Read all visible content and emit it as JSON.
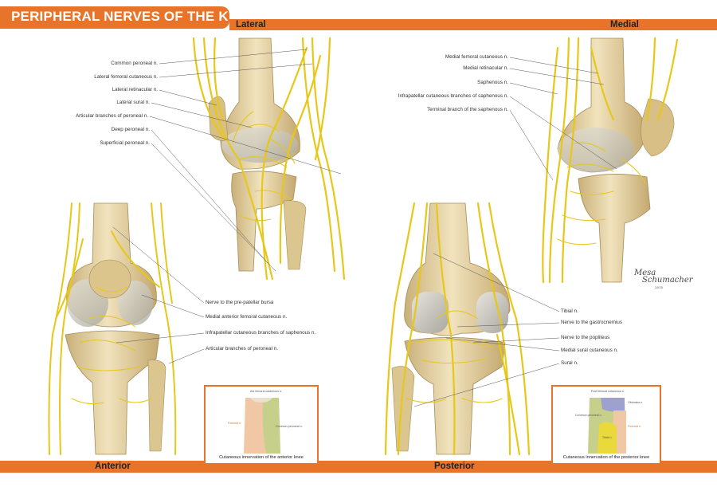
{
  "title": "PERIPHERAL NERVES OF THE KNEE",
  "views": {
    "lateral": "Lateral",
    "medial": "Medial",
    "anterior": "Anterior",
    "posterior": "Posterior"
  },
  "labels_lateral": [
    "Common peroneal n.",
    "Lateral femoral cutaneous n.",
    "Lateral retinacular n.",
    "Lateral sural n.",
    "Articular branches of peroneal n.",
    "Deep peroneal n.",
    "Superficial peroneal n."
  ],
  "labels_medial": [
    "Medial femoral cutaneous n.",
    "Medial retinacular n.",
    "Saphenous n.",
    "Infrapatellar cutaneous branches of saphenous n.",
    "Terminal branch of the saphenous n."
  ],
  "labels_anterior": [
    "Nerve to the pre-patellar bursa",
    "Medial anterior femoral cutaneous n.",
    "Infrapatellar cutaneous branches of saphenous n.",
    "Articular branches of peroneal n."
  ],
  "labels_posterior": [
    "Tibial n.",
    "Nerve to the gastrocnemius",
    "Nerve to the popliteus",
    "Medial sural cutaneous n.",
    "Sural n."
  ],
  "inset_anterior": {
    "caption": "Cutaneous innervation of the anterior knee",
    "zones": [
      "Ant femoral cutaneous n.",
      "Femoral n.",
      "Common peroneal n."
    ]
  },
  "inset_posterior": {
    "caption": "Cutaneous innervation of the posterior knee",
    "zones": [
      "Post femoral cutaneous n.",
      "Obturator n.",
      "Common peroneal n.",
      "Femoral n.",
      "Tibial n."
    ]
  },
  "signature": {
    "line1": "Mesa",
    "line2": "Schumacher",
    "year": "2015"
  },
  "colors": {
    "accent": "#e8742a",
    "nerve": "#f0d020",
    "bone": "#e9d6a8",
    "cartilage": "#c9c7be"
  }
}
